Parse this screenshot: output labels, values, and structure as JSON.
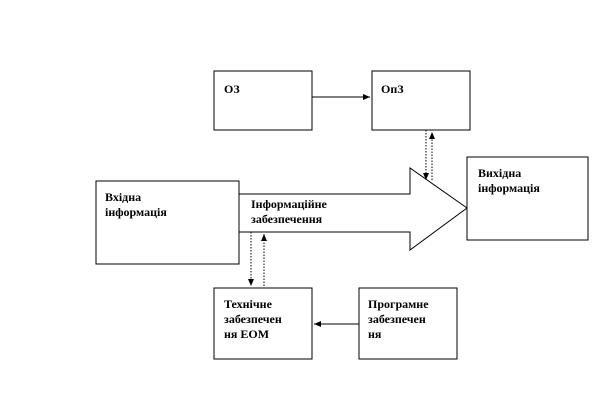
{
  "nodes": {
    "oz": "ОЗ",
    "opz": "ОпЗ",
    "input_line1": "Вхідна",
    "input_line2": "інформація",
    "output_line1": "Вихідна",
    "output_line2": "інформація",
    "info_line1": "Інформаційне",
    "info_line2": "забезпечення",
    "tech_line1": "Технічне",
    "tech_line2": "забезпечен",
    "tech_line3": "ня ЕОМ",
    "prog_line1": "Програмне",
    "prog_line2": "забезпечен",
    "prog_line3": "ня"
  }
}
